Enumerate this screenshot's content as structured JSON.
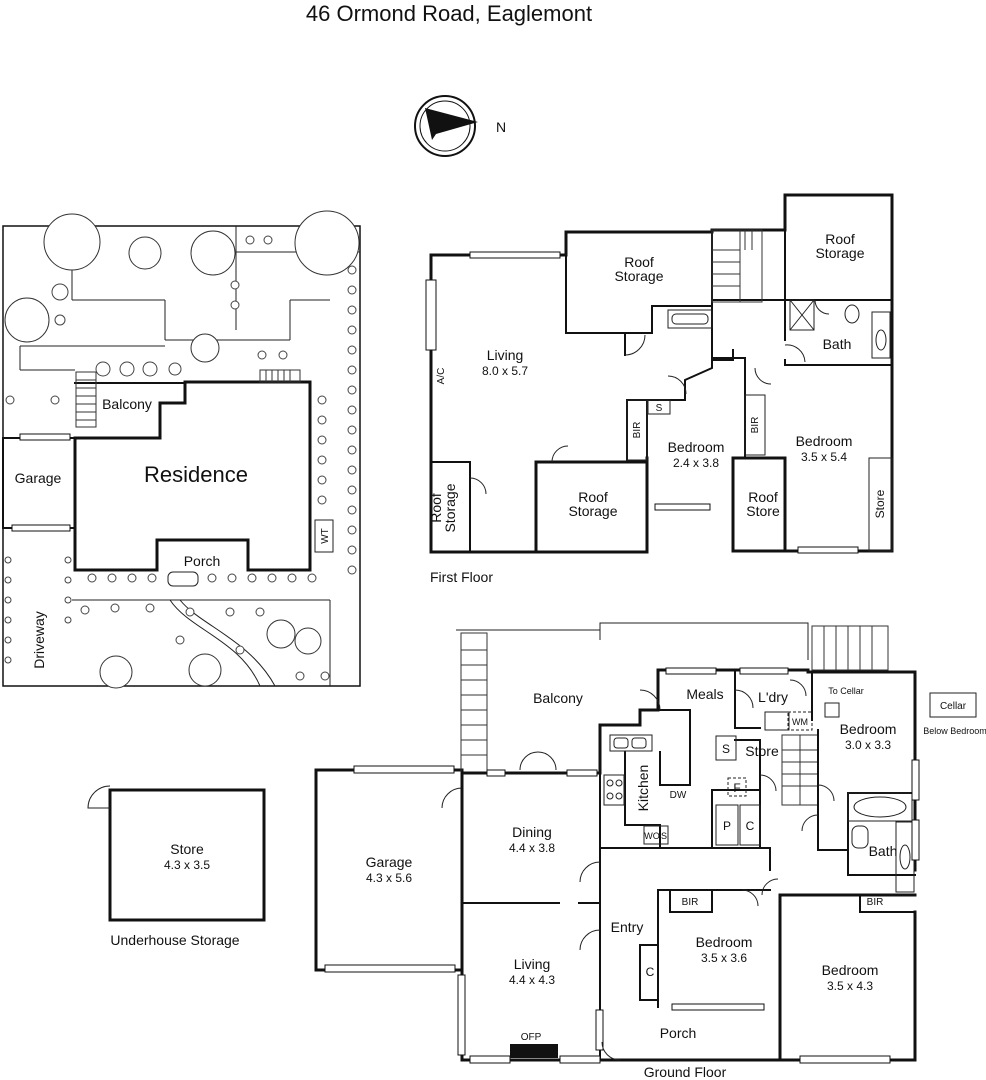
{
  "title": "46 Ormond Road, Eaglemont",
  "compass_label": "N",
  "site_plan": {
    "labels": {
      "balcony": "Balcony",
      "garage": "Garage",
      "residence": "Residence",
      "porch": "Porch",
      "driveway": "Driveway",
      "wt": "WT"
    }
  },
  "first_floor": {
    "caption": "First Floor",
    "rooms": {
      "living": "Living",
      "living_dim": "8.0 x 5.7",
      "ac": "A/C",
      "roof_storage_top": "Roof\nStorage",
      "roof_storage_nw": "Roof\nStorage",
      "roof_storage_left": "Roof\nStorage",
      "roof_storage_mid": "Roof\nStorage",
      "roof_store": "Roof\nStore",
      "bath": "Bath",
      "bedroom1": "Bedroom",
      "bedroom1_dim": "2.4 x 3.8",
      "bedroom2": "Bedroom",
      "bedroom2_dim": "3.5 x 5.4",
      "bir1": "BIR",
      "bir2": "BIR",
      "s": "S",
      "store": "Store"
    }
  },
  "ground_floor": {
    "caption": "Ground Floor",
    "rooms": {
      "balcony": "Balcony",
      "meals": "Meals",
      "ldry": "L'dry",
      "to_cellar": "To Cellar",
      "bedroom_ne": "Bedroom",
      "bedroom_ne_dim": "3.0 x 3.3",
      "cellar": "Cellar",
      "below_bedroom": "Below Bedroom",
      "kitchen": "Kitchen",
      "dw": "DW",
      "wm": "WM",
      "s_box": "S",
      "store": "Store",
      "f_box": "F",
      "p_box": "P",
      "c_box": "C",
      "wo": "WO",
      "s_wo": "S",
      "dining": "Dining",
      "dining_dim": "4.4 x 3.8",
      "bath": "Bath",
      "garage": "Garage",
      "garage_dim": "4.3 x 5.6",
      "entry": "Entry",
      "bir1": "BIR",
      "bir2": "BIR",
      "bedroom_c": "Bedroom",
      "bedroom_c_dim": "3.5 x 3.6",
      "bedroom_e": "Bedroom",
      "bedroom_e_dim": "3.5 x 4.3",
      "c_cupboard": "C",
      "living": "Living",
      "living_dim": "4.4 x 4.3",
      "ofp": "OFP",
      "porch": "Porch"
    }
  },
  "underhouse": {
    "caption": "Underhouse Storage",
    "store": "Store",
    "store_dim": "4.3 x 3.5"
  }
}
